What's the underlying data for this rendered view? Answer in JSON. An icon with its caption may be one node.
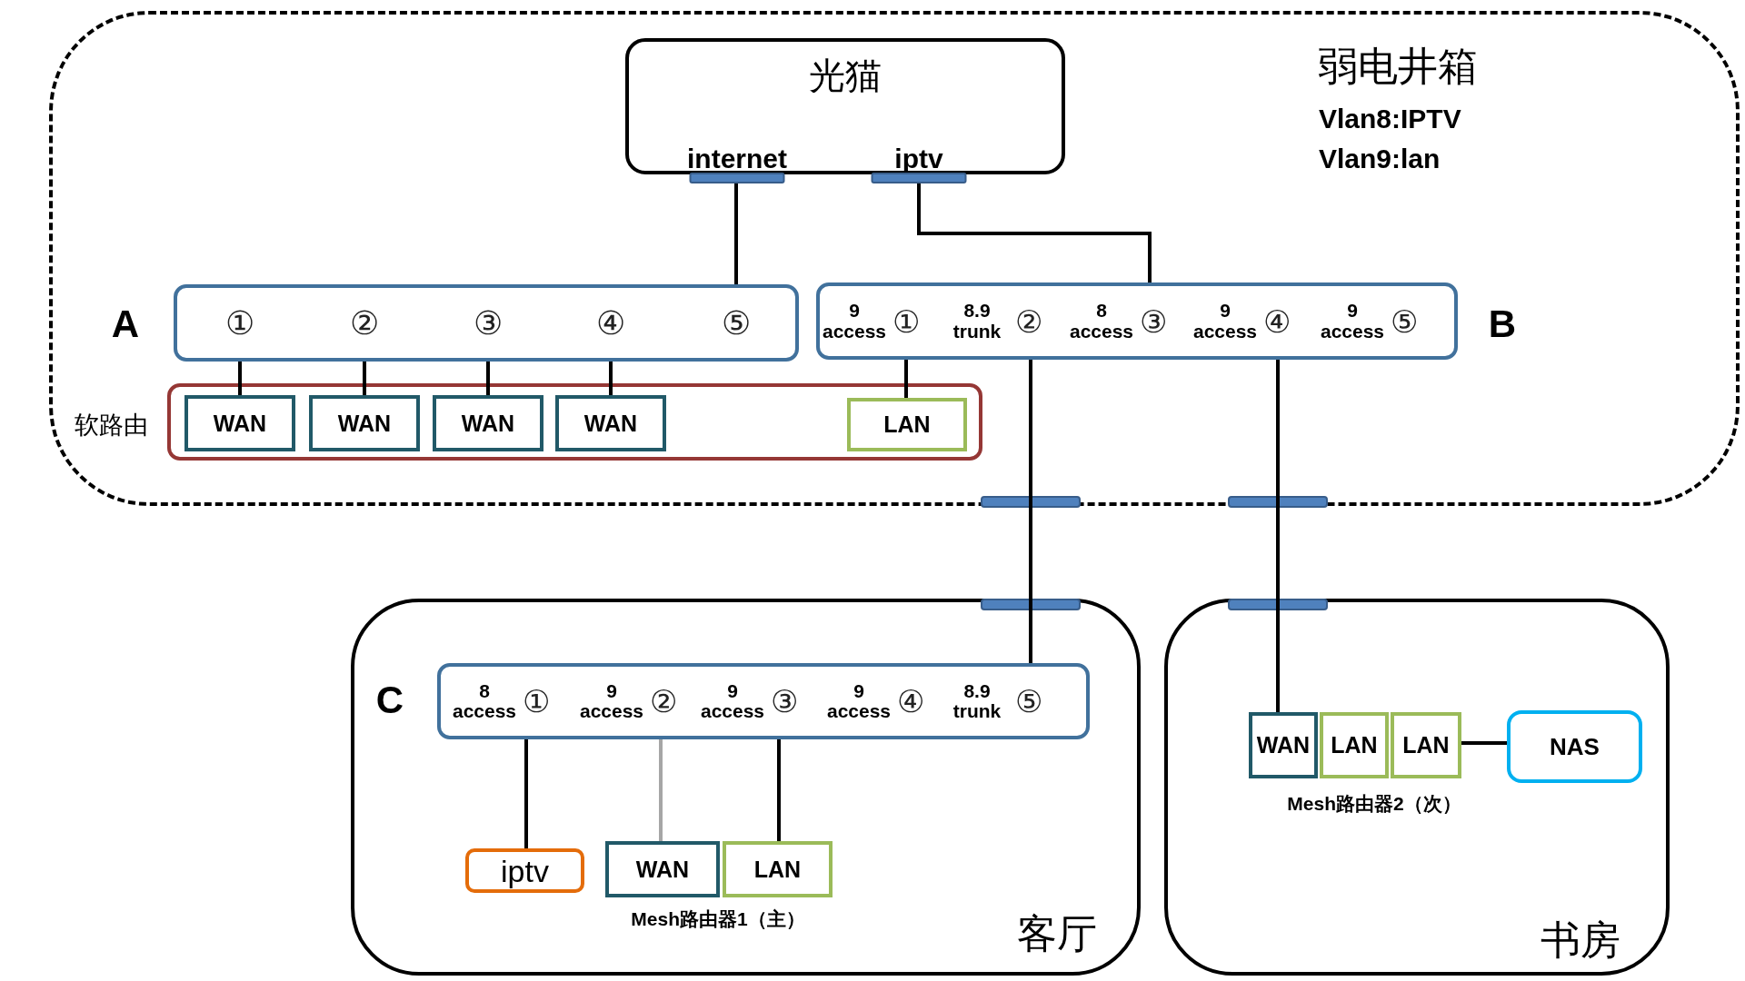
{
  "diagram": {
    "nodes": [
      {
        "text": [
          "弱电井箱",
          "Vlan8:IPTV",
          "Vlan9:lan"
        ]
      },
      {
        "text": [
          "光猫"
        ],
        "in": 0
      },
      {
        "text": [
          "internet"
        ],
        "in": 1
      },
      {
        "text": [
          "iptv"
        ],
        "in": 1
      },
      {
        "text": [
          "A"
        ],
        "in": 0
      },
      {
        "text": [
          "①"
        ],
        "in": 4
      },
      {
        "text": [
          "②"
        ],
        "in": 4
      },
      {
        "text": [
          "③"
        ],
        "in": 4
      },
      {
        "text": [
          "④"
        ],
        "in": 4
      },
      {
        "text": [
          "⑤"
        ],
        "in": 4
      },
      {
        "text": [
          "B"
        ],
        "in": 0
      },
      {
        "text": [
          "9 access",
          "①"
        ],
        "in": 10
      },
      {
        "text": [
          "8.9 trunk",
          "②"
        ],
        "in": 10
      },
      {
        "text": [
          "8 access",
          "③"
        ],
        "in": 10
      },
      {
        "text": [
          "9 access",
          "④"
        ],
        "in": 10
      },
      {
        "text": [
          "9 access",
          "⑤"
        ],
        "in": 10
      },
      {
        "text": [
          "软路由"
        ],
        "in": 0
      },
      {
        "text": [
          "WAN"
        ],
        "in": 16
      },
      {
        "text": [
          "WAN"
        ],
        "in": 16
      },
      {
        "text": [
          "WAN"
        ],
        "in": 16
      },
      {
        "text": [
          "WAN"
        ],
        "in": 16
      },
      {
        "text": [
          "LAN"
        ],
        "in": 16
      },
      {
        "text": [
          "客厅"
        ]
      },
      {
        "text": [
          "C"
        ],
        "in": 22
      },
      {
        "text": [
          "8 access",
          "①"
        ],
        "in": 23
      },
      {
        "text": [
          "9 access",
          "②"
        ],
        "in": 23
      },
      {
        "text": [
          "9 access",
          "③"
        ],
        "in": 23
      },
      {
        "text": [
          "9 access",
          "④"
        ],
        "in": 23
      },
      {
        "text": [
          "8.9 trunk",
          "⑤"
        ],
        "in": 23
      },
      {
        "text": [
          "iptv"
        ],
        "in": 22
      },
      {
        "text": [
          "WAN"
        ],
        "in": 22
      },
      {
        "text": [
          "LAN"
        ],
        "in": 22
      },
      {
        "text": [
          "书房"
        ]
      },
      {
        "text": [
          "WAN"
        ],
        "in": 32
      },
      {
        "text": [
          "LAN"
        ],
        "in": 32
      },
      {
        "text": [
          "LAN"
        ],
        "in": 32
      },
      {
        "text": [
          "NAS"
        ],
        "in": 32
      }
    ],
    "edges": [
      {
        "from": 2,
        "to": 9,
        "arrow": "none"
      },
      {
        "from": 3,
        "to": 13,
        "arrow": "none"
      },
      {
        "from": 5,
        "to": 17,
        "arrow": "none"
      },
      {
        "from": 6,
        "to": 18,
        "arrow": "none"
      },
      {
        "from": 7,
        "to": 19,
        "arrow": "none"
      },
      {
        "from": 8,
        "to": 20,
        "arrow": "none"
      },
      {
        "from": 11,
        "to": 21,
        "arrow": "none"
      },
      {
        "from": 12,
        "to": 28,
        "arrow": "none"
      },
      {
        "from": 14,
        "to": 33,
        "arrow": "none"
      },
      {
        "from": 24,
        "to": 29,
        "arrow": "none"
      },
      {
        "from": 25,
        "to": 30,
        "arrow": "none",
        "color": "#a6a6a6"
      },
      {
        "from": 26,
        "to": 31,
        "arrow": "none"
      },
      {
        "from": 35,
        "to": 36,
        "arrow": "none"
      }
    ],
    "labels": [
      "Mesh路由器1（主）",
      "Mesh路由器2（次）"
    ]
  }
}
